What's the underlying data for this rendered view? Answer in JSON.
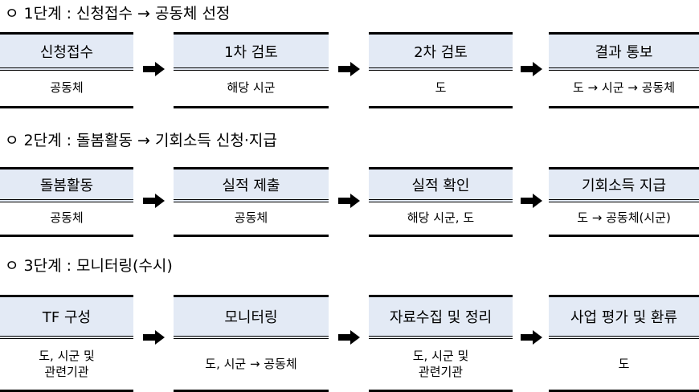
{
  "stages": [
    {
      "title": "ㅇ 1단계 : 신청접수 → 공동체 선정",
      "steps": [
        {
          "head": "신청접수",
          "body": "공동체"
        },
        {
          "head": "1차 검토",
          "body": "해당 시군"
        },
        {
          "head": "2차 검토",
          "body": "도"
        },
        {
          "head": "결과 통보",
          "body": "도 → 시군 → 공동체"
        }
      ]
    },
    {
      "title": "ㅇ 2단계 : 돌봄활동 → 기회소득 신청·지급",
      "steps": [
        {
          "head": "돌봄활동",
          "body": "공동체"
        },
        {
          "head": "실적 제출",
          "body": "공동체"
        },
        {
          "head": "실적 확인",
          "body": "해당 시군, 도"
        },
        {
          "head": "기회소득 지급",
          "body": "도 → 공동체(시군)"
        }
      ]
    },
    {
      "title": "ㅇ 3단계 : 모니터링(수시)",
      "steps": [
        {
          "head": "TF 구성",
          "body": "도, 시군 및\n관련기관"
        },
        {
          "head": "모니터링",
          "body": "도, 시군 → 공동체"
        },
        {
          "head": "자료수집 및 정리",
          "body": "도, 시군 및\n관련기관"
        },
        {
          "head": "사업 평가 및 환류",
          "body": "도"
        }
      ]
    }
  ]
}
